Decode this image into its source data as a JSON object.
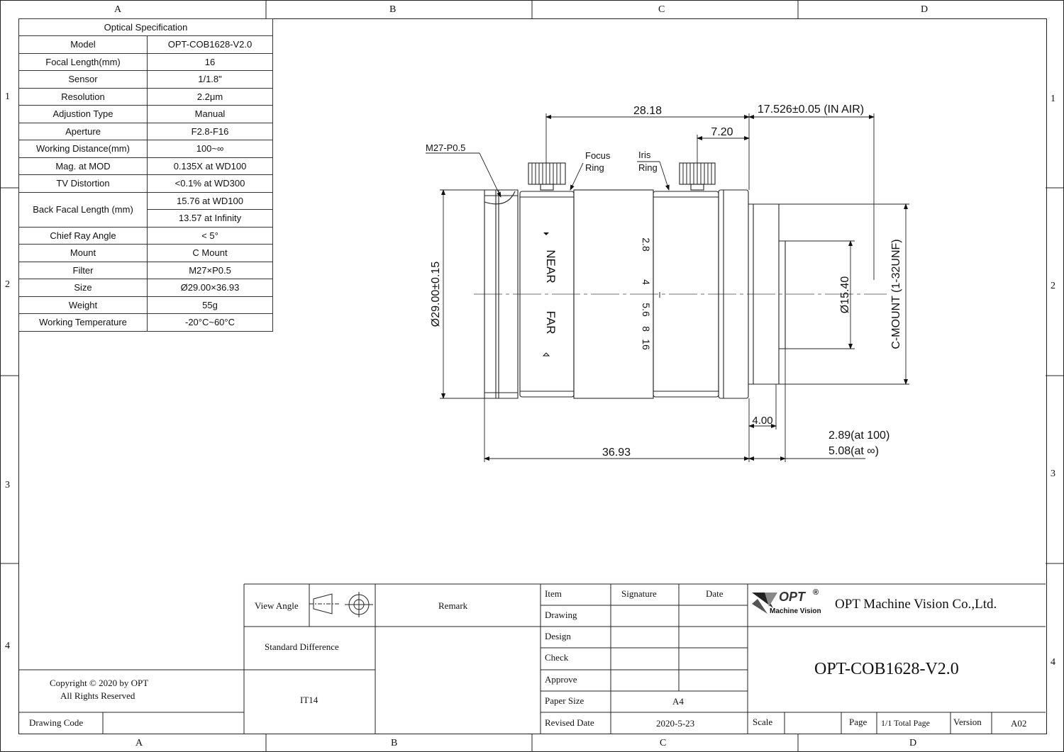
{
  "grid": {
    "columns_top": [
      "A",
      "B",
      "C",
      "D"
    ],
    "columns_bottom": [
      "A",
      "B",
      "C",
      "D"
    ],
    "rows_left": [
      "1",
      "2",
      "3",
      "4"
    ],
    "rows_right": [
      "1",
      "2",
      "3",
      "4"
    ]
  },
  "spec": {
    "title": "Optical Specification",
    "rows": [
      {
        "key": "Model",
        "value": "OPT-COB1628-V2.0"
      },
      {
        "key": "Focal Length(mm)",
        "value": "16"
      },
      {
        "key": "Sensor",
        "value": "1/1.8\""
      },
      {
        "key": "Resolution",
        "value": "2.2μm"
      },
      {
        "key": "Adjustion Type",
        "value": "Manual"
      },
      {
        "key": "Aperture",
        "value": "F2.8-F16"
      },
      {
        "key": "Working Distance(mm)",
        "value": "100~∞"
      },
      {
        "key": "Mag. at MOD",
        "value": "0.135X at WD100"
      },
      {
        "key": "TV Distortion",
        "value": "<0.1% at WD300"
      },
      {
        "key": "Back Facal Length (mm)",
        "value": "15.76 at WD100",
        "value2": "13.57 at Infinity"
      },
      {
        "key": "Chief Ray Angle",
        "value": "< 5°"
      },
      {
        "key": "Mount",
        "value": "C Mount"
      },
      {
        "key": "Filter",
        "value": "M27×P0.5"
      },
      {
        "key": "Size",
        "value": "Ø29.00×36.93"
      },
      {
        "key": "Weight",
        "value": "55g"
      },
      {
        "key": "Working Temperature",
        "value": "-20°C~60°C"
      }
    ]
  },
  "drawing": {
    "dim_28_18": "28.18",
    "dim_bfl": "17.526±0.05  (IN AIR)",
    "dim_7_20": "7.20",
    "thread_label": "M27-P0.5",
    "focus_ring_label_1": "Focus",
    "focus_ring_label_2": "Ring",
    "iris_ring_label_1": "Iris",
    "iris_ring_label_2": "Ring",
    "dim_diameter": "Ø29.00±0.15",
    "near_label": "NEAR",
    "far_label": "FAR",
    "f_28": "2.8",
    "f_4": "4",
    "f_56": "5.6",
    "f_8": "8",
    "f_16": "16",
    "dim_15_40": "Ø15.40",
    "c_mount": "C-MOUNT  (1-32UNF)",
    "dim_4_00": "4.00",
    "dim_289": "2.89(at 100)",
    "dim_508": "5.08(at ∞)",
    "dim_36_93": "36.93"
  },
  "title_block": {
    "view_angle": "View Angle",
    "remark": "Remark",
    "standard_difference": "Standard Difference",
    "it14": "IT14",
    "copyright_1": "Copyright © 2020 by OPT",
    "copyright_2": "All Rights Reserved",
    "drawing_code": "Drawing Code",
    "item": "Item",
    "signature": "Signature",
    "date": "Date",
    "drawing": "Drawing",
    "design": "Design",
    "check": "Check",
    "approve": "Approve",
    "paper_size": "Paper Size",
    "paper_size_value": "A4",
    "revised_date": "Revised Date",
    "revised_date_value": "2020-5-23",
    "logo_text": "OPT",
    "logo_reg": "®",
    "logo_sub": "Machine Vision",
    "company": "OPT Machine Vision Co.,Ltd.",
    "part_number": "OPT-COB1628-V2.0",
    "scale": "Scale",
    "page": "Page",
    "total_page": "1/1 Total Page",
    "version": "Version",
    "version_value": "A02"
  }
}
